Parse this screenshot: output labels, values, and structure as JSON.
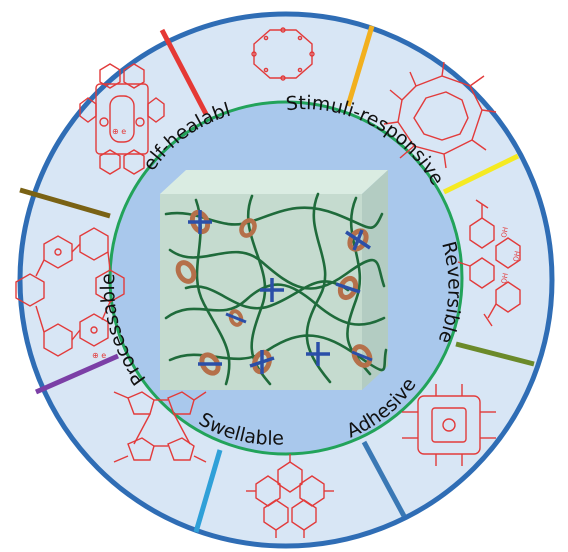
{
  "properties": [
    {
      "label": "Self-healable"
    },
    {
      "label": "Stimuli-responsive"
    },
    {
      "label": "Reversible"
    },
    {
      "label": "Adhesive"
    },
    {
      "label": "Swellable"
    },
    {
      "label": "Processable"
    }
  ],
  "macrocycles": [
    {
      "name": "cyclobis-paraquat-icon"
    },
    {
      "name": "crown-ether-icon"
    },
    {
      "name": "cyclodextrin-icon"
    },
    {
      "name": "calixarene-icon"
    },
    {
      "name": "cucurbituril-icon"
    },
    {
      "name": "pillararene-icon"
    },
    {
      "name": "calix-pyrrole-icon"
    },
    {
      "name": "pyridinium-macrocycle-icon"
    }
  ],
  "colors": {
    "outer_ring": "#d8e6f5",
    "ring_border": "#2f6db5",
    "inner_disk": "#a9c8ec",
    "inner_border": "#22a35a",
    "structure": "#e23b3b",
    "polymer_chain": "#1f6b3b",
    "ring_mark": "#b5704a",
    "cross_mark": "#2b4fa8",
    "separators": [
      "#e53935",
      "#f2b01e",
      "#f5ea22",
      "#6b8a2a",
      "#3a78b5",
      "#2fa0d8",
      "#7b3fa6",
      "#7a6214"
    ]
  }
}
